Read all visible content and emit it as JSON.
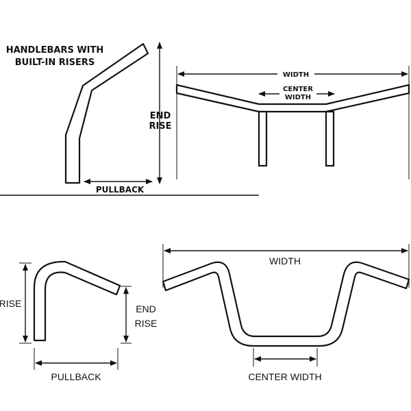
{
  "top": {
    "title_line1": "HANDLEBARS WITH",
    "title_line2": "BUILT-IN RISERS",
    "end_rise_line1": "END",
    "end_rise_line2": "RISE",
    "pullback": "PULLBACK",
    "width": "WIDTH",
    "center_width_line1": "CENTER",
    "center_width_line2": "WIDTH"
  },
  "bottom": {
    "rise": "RISE",
    "end_rise_line1": "END",
    "end_rise_line2": "RISE",
    "pullback": "PULLBACK",
    "width": "WIDTH",
    "center_width": "CENTER WIDTH"
  },
  "colors": {
    "ink": "#111111",
    "background": "#ffffff"
  }
}
